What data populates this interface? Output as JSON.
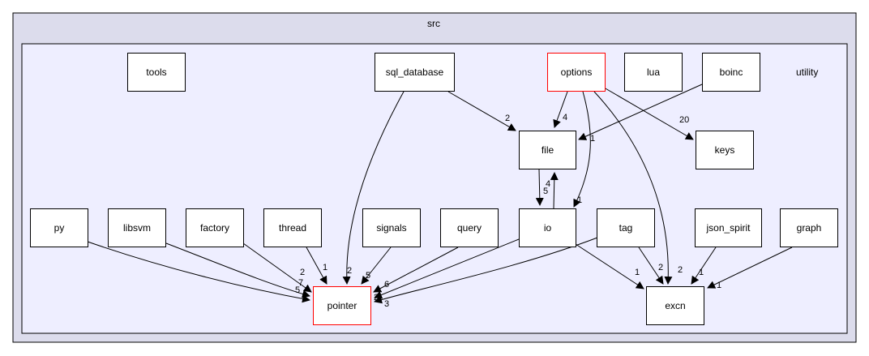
{
  "outer_title": "src",
  "inner_title": "utility",
  "colors": {
    "outer_fill": "#dcdcec",
    "inner_fill": "#eeeeff",
    "border": "#000000",
    "highlight": "#ff0000",
    "node_fill": "#ffffff"
  },
  "nodes": {
    "tools": "tools",
    "sql_database": "sql_database",
    "options": "options",
    "lua": "lua",
    "boinc": "boinc",
    "file": "file",
    "keys": "keys",
    "py": "py",
    "libsvm": "libsvm",
    "factory": "factory",
    "thread": "thread",
    "signals": "signals",
    "query": "query",
    "io": "io",
    "tag": "tag",
    "json_spirit": "json_spirit",
    "graph": "graph",
    "pointer": "pointer",
    "excn": "excn"
  },
  "edges": [
    {
      "from": "sql_database",
      "to": "file",
      "label": "2"
    },
    {
      "from": "sql_database",
      "to": "pointer",
      "label": "2"
    },
    {
      "from": "options",
      "to": "file",
      "label": "4"
    },
    {
      "from": "options",
      "to": "io",
      "label": "1"
    },
    {
      "from": "options",
      "to": "keys",
      "label": "20"
    },
    {
      "from": "options",
      "to": "excn",
      "label": "2"
    },
    {
      "from": "boinc",
      "to": "file",
      "label": "1"
    },
    {
      "from": "file",
      "to": "io",
      "label": "5"
    },
    {
      "from": "io",
      "to": "file",
      "label": "4"
    },
    {
      "from": "io",
      "to": "pointer",
      "label": "2"
    },
    {
      "from": "io",
      "to": "excn",
      "label": "1"
    },
    {
      "from": "py",
      "to": "pointer",
      "label": "5"
    },
    {
      "from": "libsvm",
      "to": "pointer",
      "label": "7"
    },
    {
      "from": "factory",
      "to": "pointer",
      "label": "2"
    },
    {
      "from": "thread",
      "to": "pointer",
      "label": "1"
    },
    {
      "from": "signals",
      "to": "pointer",
      "label": "5"
    },
    {
      "from": "query",
      "to": "pointer",
      "label": "6"
    },
    {
      "from": "tag",
      "to": "pointer",
      "label": "3"
    },
    {
      "from": "tag",
      "to": "excn",
      "label": "2"
    },
    {
      "from": "json_spirit",
      "to": "excn",
      "label": "1"
    },
    {
      "from": "graph",
      "to": "excn",
      "label": "1"
    }
  ]
}
